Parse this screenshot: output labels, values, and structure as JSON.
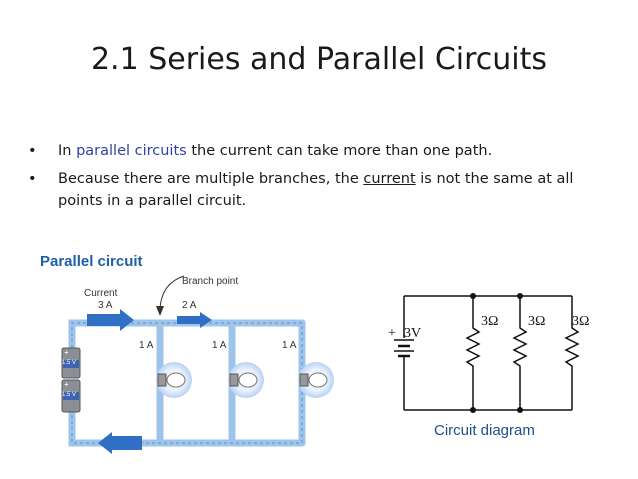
{
  "slide": {
    "title": "2.1 Series and Parallel Circuits"
  },
  "bullets": [
    {
      "symbol": "•",
      "pre": "In ",
      "highlight": "parallel circuits",
      "post": " the current can take more than one path."
    },
    {
      "symbol": "•",
      "pre": "Because there are multiple branches, the ",
      "underline": "current",
      "post": " is not the same at all points in a parallel circuit."
    }
  ],
  "figure": {
    "title": "Parallel circuit",
    "branch_point": "Branch point",
    "current_label": "Current",
    "current_value": "3 A",
    "branch_current": "2 A",
    "bulb_currents": [
      "1 A",
      "1 A",
      "1 A"
    ],
    "battery_plus": "+",
    "battery_voltage": "1.5 V",
    "diagram": {
      "source_sign": "+",
      "source_voltage": "3V",
      "resistors": [
        "3Ω",
        "3Ω",
        "3Ω"
      ],
      "caption": "Circuit diagram"
    }
  }
}
